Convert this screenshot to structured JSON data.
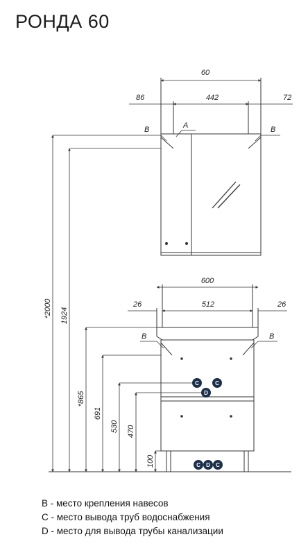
{
  "title": "РОНДА 60",
  "dimensions": {
    "cab_width": "60",
    "cab_left_offset": "86",
    "cab_inner": "442",
    "cab_right_offset": "72",
    "vanity_width": "600",
    "vanity_left_offset": "26",
    "vanity_inner": "512",
    "vanity_right_offset": "26",
    "h_2000": "*2000",
    "h_1924": "1924",
    "h_865": "*865",
    "h_691": "691",
    "h_530": "530",
    "h_470": "470",
    "h_100": "100"
  },
  "markers": {
    "a": "A",
    "b": "B",
    "c": "C",
    "d": "D"
  },
  "legend": [
    "B - место крепления навесов",
    "C - место вывода труб водоснабжения",
    "D - место для вывода трубы канализации"
  ]
}
